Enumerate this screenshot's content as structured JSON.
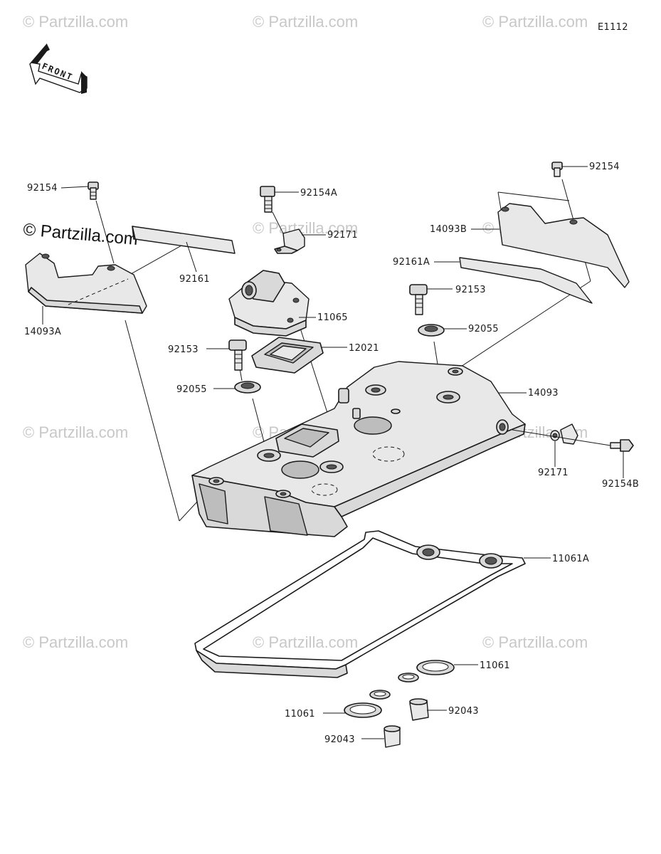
{
  "diagram_code": "E1112",
  "front_label": "FRONT",
  "watermark": {
    "text": "© Partzilla.com",
    "color": "#c8c8c8"
  },
  "parts": {
    "p92154_top_left": "92154",
    "p92154_top_right": "92154",
    "p92154A": "92154A",
    "p92171_top": "92171",
    "p92161": "92161",
    "p14093A": "14093A",
    "p11065": "11065",
    "p14093B": "14093B",
    "p92161A": "92161A",
    "p92153_right": "92153",
    "p92055_right": "92055",
    "p92153_left": "92153",
    "p12021": "12021",
    "p92055_left": "92055",
    "p14093": "14093",
    "p92171_right": "92171",
    "p92154B": "92154B",
    "p11061A": "11061A",
    "p11061_right": "11061",
    "p11061_left": "11061",
    "p92043_right": "92043",
    "p92043_left": "92043"
  }
}
